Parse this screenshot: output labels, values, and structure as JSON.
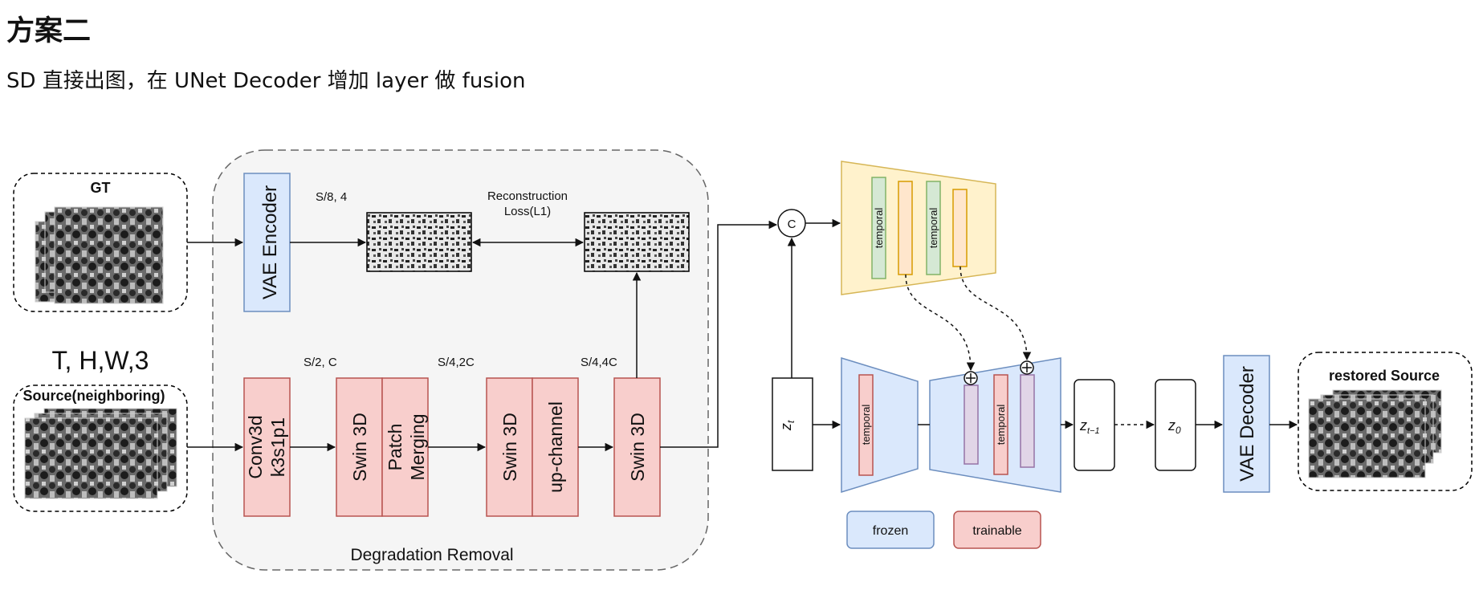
{
  "page": {
    "title": "方案二",
    "subtitle": "SD 直接出图，在 UNet Decoder 增加 layer 做 fusion"
  },
  "inputs": {
    "gt_label": "GT",
    "shape_label": "T, H,W,3",
    "source_label": "Source(neighboring)"
  },
  "degradation": {
    "group_label": "Degradation Removal",
    "vae_encoder": "VAE Encoder",
    "conv_line1": "Conv3d",
    "conv_line2": "k3s1p1",
    "swin1": "Swin 3D",
    "patch_line1": "Patch",
    "patch_line2": "Merging",
    "swin2": "Swin 3D",
    "upchannel": "up-channel",
    "swin3": "Swin 3D",
    "dim_s8": "S/8, 4",
    "dim_s2": "S/2, C",
    "dim_s4_2c": "S/4,2C",
    "dim_s4_4c": "S/4,4C",
    "recon_line1": "Reconstruction",
    "recon_line2": "Loss(L1)"
  },
  "diffusion": {
    "concat_symbol": "C",
    "temporal_label": "temporal",
    "zt": "z",
    "zt_sub": "t",
    "zt1": "z",
    "zt1_sub": "t−1",
    "z0": "z",
    "z0_sub": "0",
    "vae_decoder": "VAE Decoder",
    "output_label": "restored Source"
  },
  "legend": {
    "frozen": "frozen",
    "trainable": "trainable"
  },
  "colors": {
    "blue_fill": "#dae8fc",
    "blue_stroke": "#6c8ebf",
    "red_fill": "#f8cecc",
    "red_stroke": "#b85450",
    "yellow_fill": "#fff2cc",
    "yellow_stroke": "#d6b656",
    "green_fill": "#d5e8d4",
    "green_stroke": "#82b366",
    "orange_fill": "#ffe6cc",
    "orange_stroke": "#d79b00",
    "purple_fill": "#e1d5e7",
    "purple_stroke": "#9673a6",
    "group_fill": "#f5f5f5"
  }
}
